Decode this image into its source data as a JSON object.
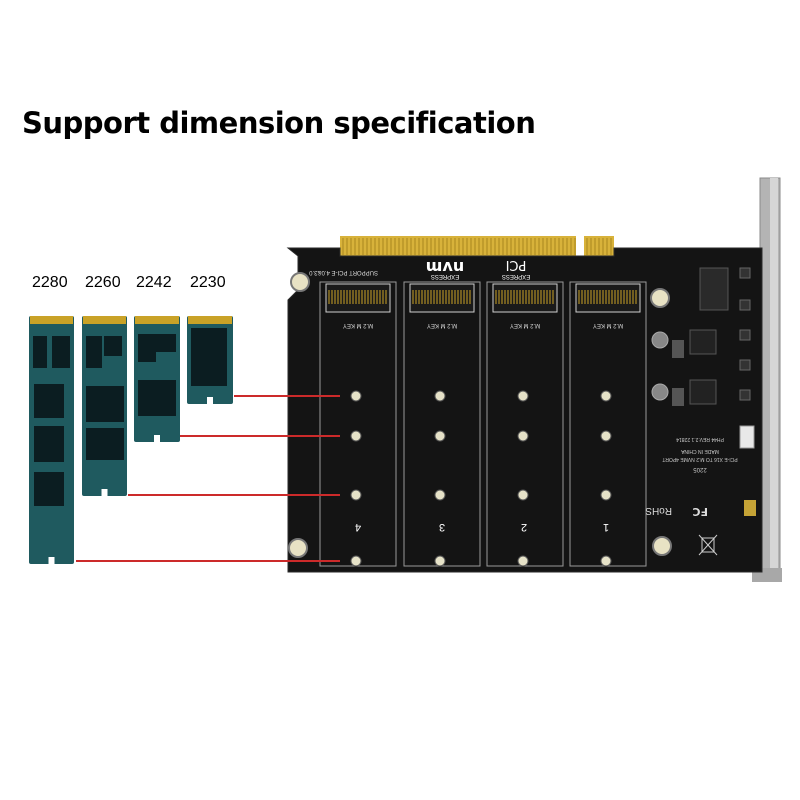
{
  "title": "Support dimension specification",
  "ssd_sizes": [
    "2280",
    "2260",
    "2242",
    "2230"
  ],
  "board": {
    "slot_numbers": [
      "4",
      "3",
      "2",
      "1"
    ],
    "key_label": "M.2 M KEY",
    "nvme_logo": "nvm",
    "nvme_sub": "EXPRESS",
    "pci_logo": "PCI",
    "pci_sub": "EXPRESS",
    "support_text": "SUPPORT PCI-E 4.0&3.0",
    "date_code": "2205",
    "board_desc": "PCI-E X16 TO M.2 NVME 4PORT",
    "made_in": "MADE IN CHINA",
    "revision": "PH44 REV:2.1 22814",
    "rohs": "RoHS",
    "fc": "FC"
  },
  "colors": {
    "ssd_body": "#1f5a5f",
    "ssd_chip": "#0b1d21",
    "ssd_gold": "#c9a227",
    "board": "#121212",
    "gold_finger": "#d8b23a",
    "bracket": "#b0b0b0",
    "indicator_line": "#cc2a2a"
  }
}
